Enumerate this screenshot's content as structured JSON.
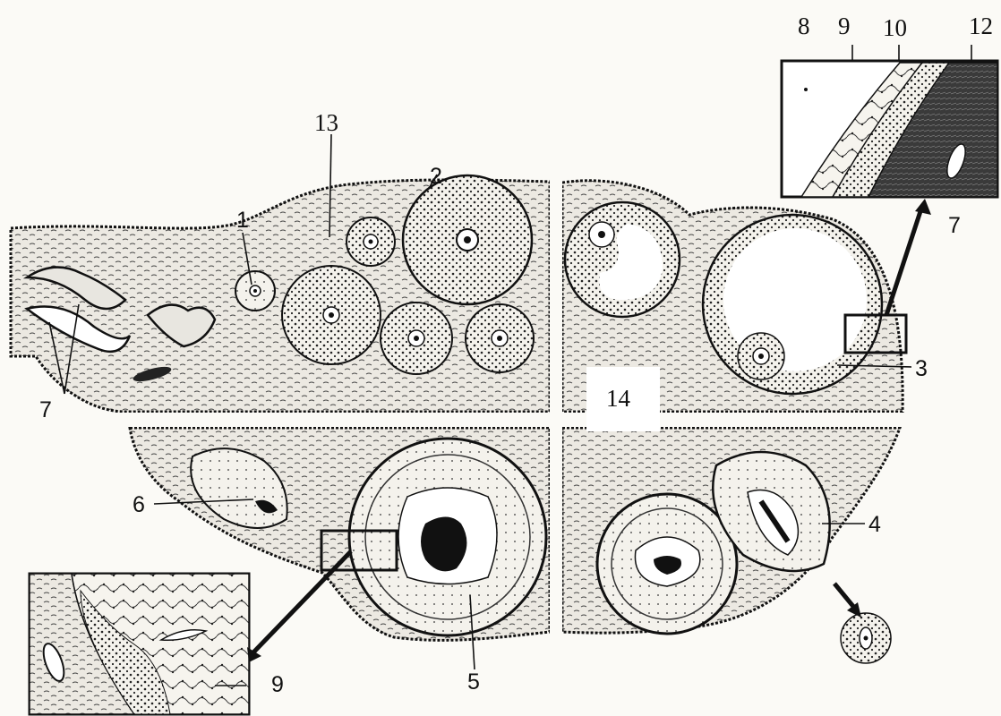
{
  "diagram": {
    "labels": {
      "l1": "1",
      "l2": "2",
      "l3": "3",
      "l4": "4",
      "l5": "5",
      "l6": "6",
      "l7_left": "7",
      "l7_inset": "7",
      "l8": "8",
      "l9_top": "9",
      "l9_bottom": "9",
      "l10": "10",
      "l12": "12",
      "l13": "13",
      "l14": "14"
    },
    "colors": {
      "ink": "#111111",
      "paper": "#fbfaf6",
      "stroma": "#e6e3dc",
      "cells": "#f2f0ea",
      "dark_tissue": "#2a2a2a"
    }
  }
}
